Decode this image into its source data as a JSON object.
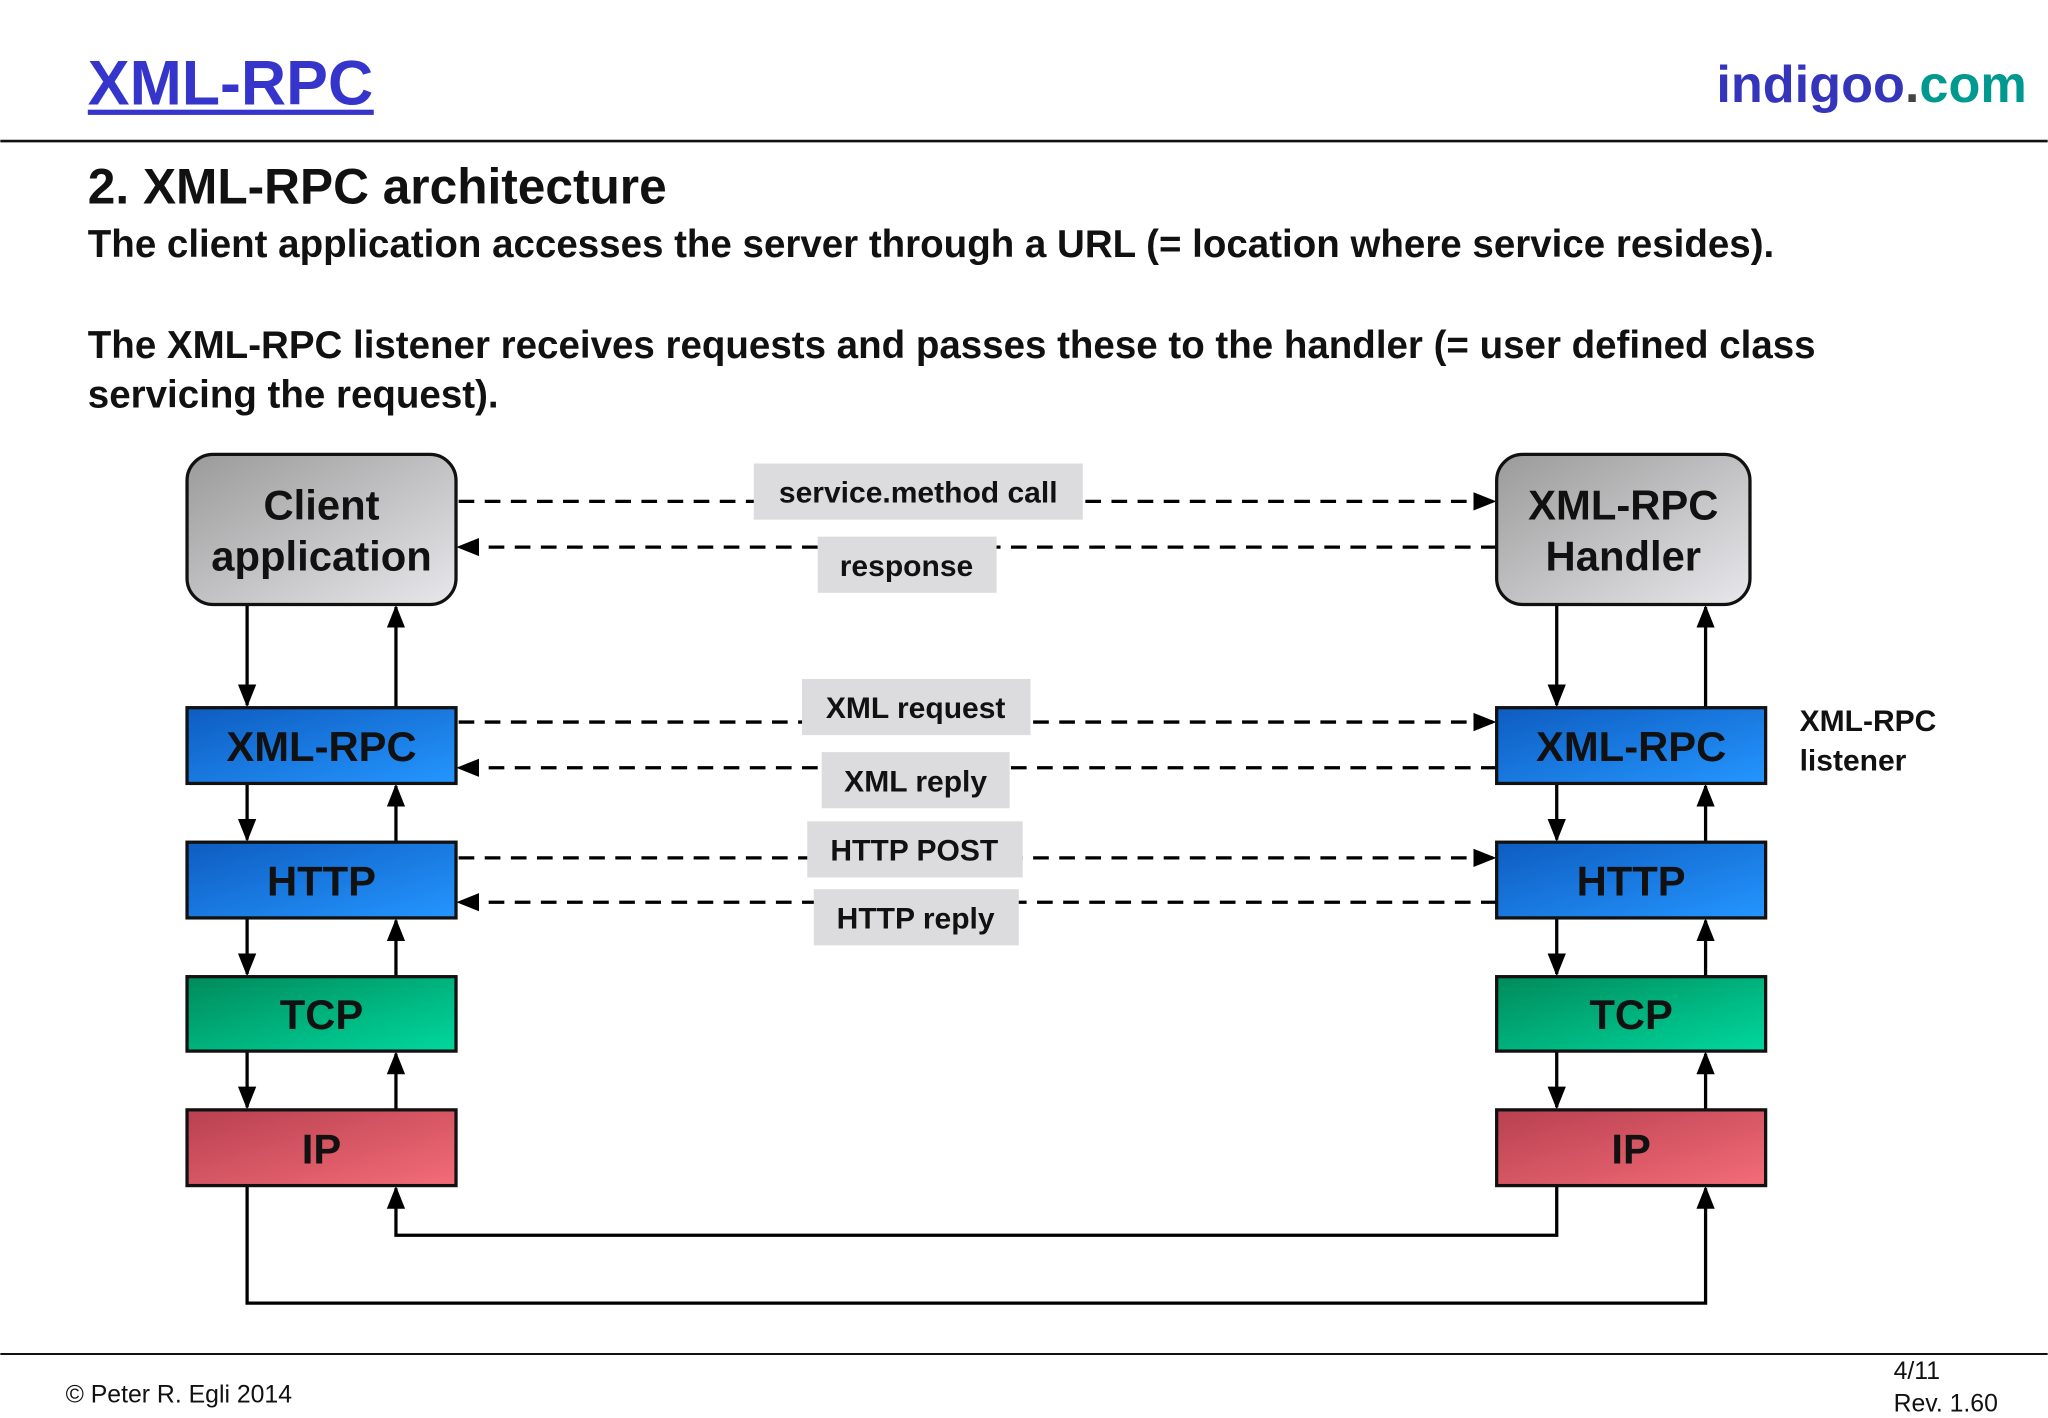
{
  "header": {
    "title": "XML-RPC",
    "logo": {
      "part1": "indigoo",
      "dot": ".",
      "part2": "com"
    }
  },
  "slide": {
    "heading": "2. XML-RPC architecture",
    "paragraph1": "The client application accesses the server through a URL (= location where service resides).",
    "paragraph2_line1": "The XML-RPC listener receives requests and passes these to the handler (= user defined class",
    "paragraph2_line2": "servicing the request)."
  },
  "diagram": {
    "client": {
      "line1": "Client",
      "line2": "application"
    },
    "handler": {
      "line1": "XML-RPC",
      "line2": "Handler"
    },
    "layers": [
      "XML-RPC",
      "HTTP",
      "TCP",
      "IP"
    ],
    "messages": {
      "call": "service.method call",
      "response": "response",
      "xml_request": "XML request",
      "xml_reply": "XML reply",
      "http_post": "HTTP POST",
      "http_reply": "HTTP reply"
    },
    "listener_label": {
      "line1": "XML-RPC",
      "line2": "listener"
    }
  },
  "footer": {
    "copyright": "© Peter R. Egli 2014",
    "page": "4/11",
    "revision": "Rev. 1.60"
  },
  "colors": {
    "title": "#3535cc",
    "logo_primary": "#3535bb",
    "logo_secondary": "#00998f",
    "xmlrpc_http_layer": "#1a7be0",
    "tcp_layer": "#00c08a",
    "ip_layer": "#e0606a",
    "label_bg": "#dcdcde"
  }
}
